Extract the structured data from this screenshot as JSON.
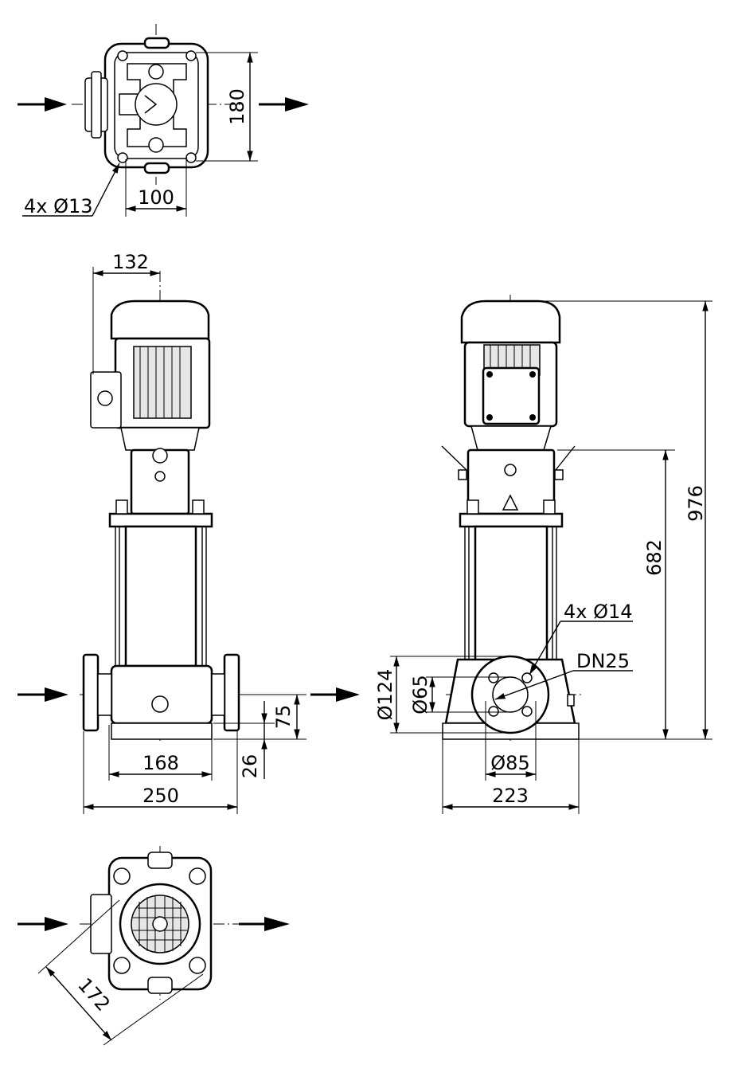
{
  "top_view": {
    "width_dim": "180",
    "bolt_spacing_dim": "100",
    "bolt_holes_label": "4x Ø13"
  },
  "front_view": {
    "motor_offset_dim": "132",
    "flange_spacing_dim": "168",
    "overall_width_dim": "250",
    "inlet_height_dim": "75",
    "base_height_dim": "26"
  },
  "side_view": {
    "overall_height_dim": "976",
    "lantern_height_dim": "682",
    "flange_holes_label": "4x Ø14",
    "nominal_size_label": "DN25",
    "flange_outer_dim": "Ø124",
    "flange_inner_dim": "Ø65",
    "bolt_circle_dim": "Ø85",
    "base_width_dim": "223"
  },
  "bottom_view": {
    "diagonal_dim": "172"
  }
}
